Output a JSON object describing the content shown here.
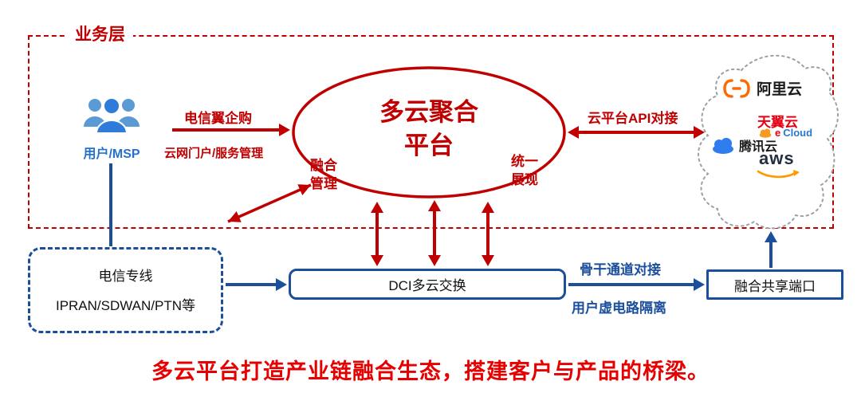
{
  "layer": {
    "label": "业务层"
  },
  "user": {
    "label": "用户/MSP"
  },
  "flows": {
    "ecp_label": "电信翼企购",
    "portal_label": "云网门户/服务管理",
    "api_label": "云平台API对接",
    "backbone_label": "骨干通道对接",
    "isolation_label": "用户虚电路隔离"
  },
  "platform": {
    "title_line1": "多云聚合",
    "title_line2": "平台",
    "fusion_line1": "融合",
    "fusion_line2": "管理",
    "unified_line1": "统一",
    "unified_line2": "展现"
  },
  "cloud_providers": {
    "alibaba": "阿里云",
    "tianyi": "天翼云",
    "ecloud_e": "e",
    "ecloud_cloud": "Cloud",
    "tencent": "腾讯云",
    "aws": "aws"
  },
  "nodes": {
    "dedicated_line1": "电信专线",
    "dedicated_line2": "IPRAN/SDWAN/PTN等",
    "dci": "DCI多云交换",
    "shared_port": "融合共享端口"
  },
  "footer": {
    "slogan": "多云平台打造产业链融合生态，搭建客户与产品的桥梁。"
  },
  "colors": {
    "diagram_red": "#c00000",
    "diagram_blue": "#1b4f9c",
    "user_blue": "#2373cc",
    "footer_red": "#e60000",
    "alibaba_orange": "#ff6a00",
    "tencent_blue": "#2f7cee",
    "tianyi_red": "#e60012",
    "aws_orange": "#ff9900"
  }
}
